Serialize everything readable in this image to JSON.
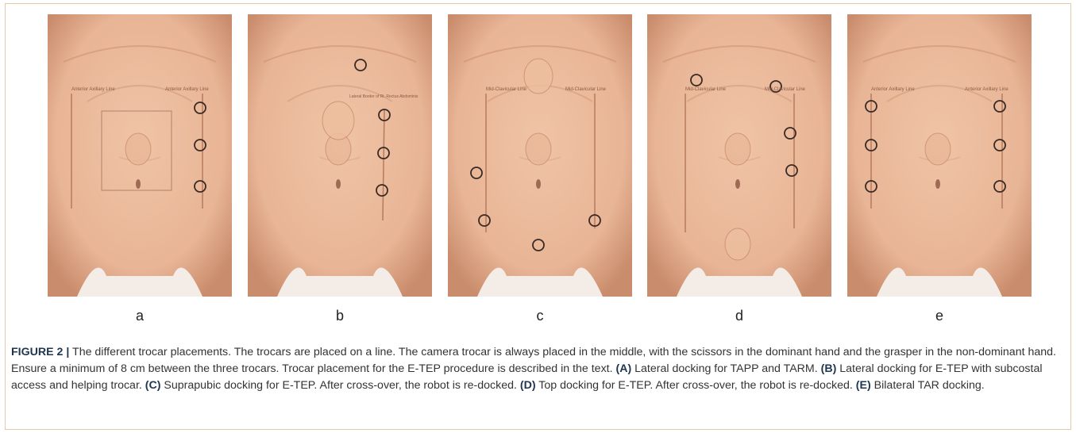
{
  "figure": {
    "panels": [
      {
        "letter": "a",
        "top_left_text": "Anterior Axillary Line",
        "top_right_text": "Anterior Axillary Line",
        "mid_text": ""
      },
      {
        "letter": "b",
        "top_left_text": "",
        "top_right_text": "",
        "mid_text": "Lateral Border of Rt. Rectus Abdominis"
      },
      {
        "letter": "c",
        "top_left_text": "Mid-Clavicular Line",
        "top_right_text": "Mid-Clavicular Line",
        "mid_text": ""
      },
      {
        "letter": "d",
        "top_left_text": "Mid-Clavicular Line",
        "top_right_text": "Mid-Clavicular Line",
        "mid_text": ""
      },
      {
        "letter": "e",
        "top_left_text": "Anterior Axillary Line",
        "top_right_text": "Anterior Axillary Line",
        "mid_text": ""
      }
    ]
  },
  "caption": {
    "label": "FIGURE 2 |",
    "text": " The different trocar placements. The trocars are placed on a line. The camera trocar is always placed in the middle, with the scissors in the dominant hand and the grasper in the non-dominant hand. Ensure a minimum of 8 cm between the three trocars. Trocar placement for the E-TEP procedure is described in the text. ",
    "parts": [
      {
        "key": "(A)",
        "text": " Lateral docking for TAPP and TARM. "
      },
      {
        "key": "(B)",
        "text": " Lateral docking for E-TEP with subcostal access and helping trocar. "
      },
      {
        "key": "(C)",
        "text": " Suprapubic docking for E-TEP. After cross-over, the robot is re-docked. "
      },
      {
        "key": "(D)",
        "text": " Top docking for E-TEP. After cross-over, the robot is re-docked. "
      },
      {
        "key": "(E)",
        "text": " Bilateral TAR docking."
      }
    ]
  },
  "colors": {
    "skin": "#e8b596",
    "skin_dark": "#c98c6c",
    "background": "#f4ece6",
    "caption_label": "#1f3550"
  }
}
